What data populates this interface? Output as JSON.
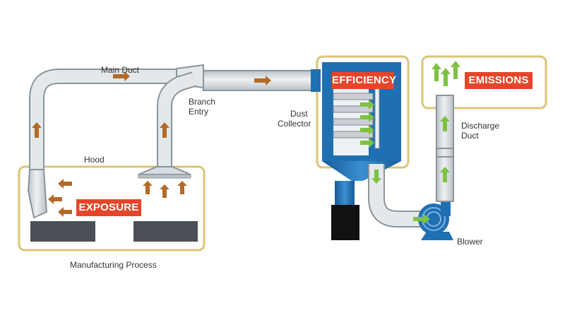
{
  "labels": {
    "main_duct": "Main Duct",
    "branch_entry_1": "Branch",
    "branch_entry_2": "Entry",
    "dust_collector_1": "Dust",
    "dust_collector_2": "Collector",
    "hood": "Hood",
    "discharge_duct_1": "Discharge",
    "discharge_duct_2": "Duct",
    "blower": "Blower",
    "manufacturing_process": "Manufacturing Process"
  },
  "tags": {
    "efficiency": "EFFICIENCY",
    "emissions": "EMISSIONS",
    "exposure": "EXPOSURE"
  },
  "colors": {
    "duct_fill": "#dfe4e8",
    "duct_stroke": "#8b949b",
    "zone_border": "#d9c677",
    "tag_bg": "#e5462a",
    "arrow_dirty": "#b36a26",
    "arrow_clean": "#7dc242",
    "collector_blue": "#1f6fb3",
    "machine_dark": "#4a5055",
    "hopper_dark": "#111111",
    "text": "#333333"
  }
}
